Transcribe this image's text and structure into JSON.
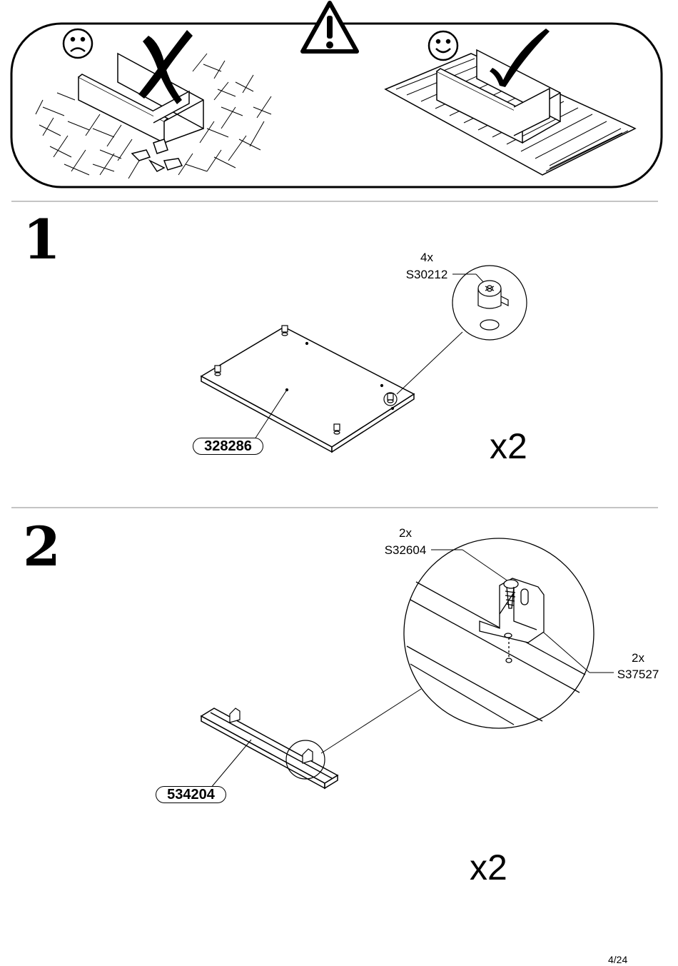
{
  "steps": [
    {
      "number": "1",
      "fitting_qty": "4x",
      "fitting_code": "S30212",
      "part_code": "328286",
      "multiplier": "x2"
    },
    {
      "number": "2",
      "fitting_a_qty": "2x",
      "fitting_a_code": "S32604",
      "fitting_b_qty": "2x",
      "fitting_b_code": "S37527",
      "part_code": "534204",
      "multiplier": "x2"
    }
  ],
  "page_number": "4/24"
}
